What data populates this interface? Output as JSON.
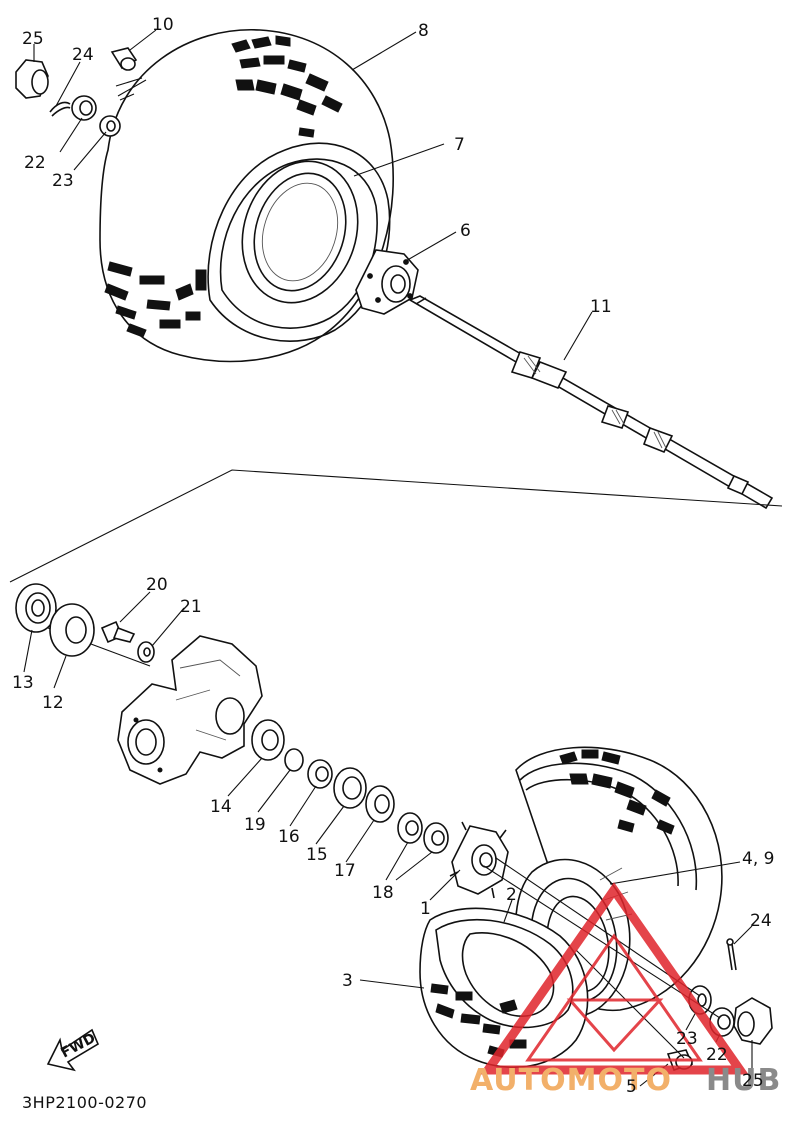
{
  "diagram": {
    "part_code": "3HP2100-0270",
    "fwd_label": "FWD",
    "watermark": {
      "brand_a": "AUTOMOTO",
      "brand_b": "HUB",
      "color_a": "#f2b06a",
      "color_b": "#8a8a8a",
      "logo_color": "#e0242b"
    },
    "callouts": [
      {
        "id": "c25a",
        "label": "25"
      },
      {
        "id": "c10",
        "label": "10"
      },
      {
        "id": "c24a",
        "label": "24"
      },
      {
        "id": "c22a",
        "label": "22"
      },
      {
        "id": "c23a",
        "label": "23"
      },
      {
        "id": "c8",
        "label": "8"
      },
      {
        "id": "c7",
        "label": "7"
      },
      {
        "id": "c6",
        "label": "6"
      },
      {
        "id": "c11",
        "label": "11"
      },
      {
        "id": "c20",
        "label": "20"
      },
      {
        "id": "c21",
        "label": "21"
      },
      {
        "id": "c13",
        "label": "13"
      },
      {
        "id": "c12",
        "label": "12"
      },
      {
        "id": "c14",
        "label": "14"
      },
      {
        "id": "c19",
        "label": "19"
      },
      {
        "id": "c16",
        "label": "16"
      },
      {
        "id": "c15",
        "label": "15"
      },
      {
        "id": "c17",
        "label": "17"
      },
      {
        "id": "c18",
        "label": "18"
      },
      {
        "id": "c1",
        "label": "1"
      },
      {
        "id": "c2",
        "label": "2"
      },
      {
        "id": "c49",
        "label": "4, 9"
      },
      {
        "id": "c24b",
        "label": "24"
      },
      {
        "id": "c3",
        "label": "3"
      },
      {
        "id": "c23b",
        "label": "23"
      },
      {
        "id": "c22b",
        "label": "22"
      },
      {
        "id": "c5",
        "label": "5"
      },
      {
        "id": "c25b",
        "label": "25"
      }
    ]
  }
}
